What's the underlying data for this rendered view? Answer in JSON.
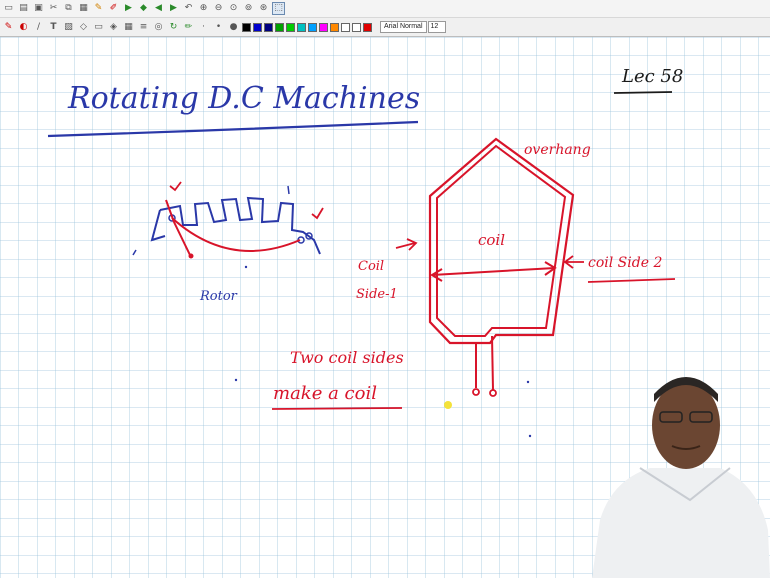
{
  "toolbar_top": {
    "icons": [
      "new-page-icon",
      "open-icon",
      "save-icon",
      "cut-icon",
      "copy-icon",
      "paste-icon",
      "pen-tool-icon",
      "highlighter-icon",
      "pointer-icon",
      "play-icon",
      "arrow-icon",
      "arrow-icon",
      "undo-icon",
      "zoom-in-icon",
      "zoom-out-icon",
      "zoom-fit-icon",
      "zoom-page-icon",
      "zoom-width-icon",
      "select-icon"
    ]
  },
  "toolbar_format": {
    "font_name": "Arial Normal",
    "font_size": "12",
    "colors": [
      "#000000",
      "#0000cc",
      "#000080",
      "#00a000",
      "#00cc00",
      "#00c0c0",
      "#00a0ff",
      "#ff00ff",
      "#ff8800",
      "#ffffff",
      "#ffffff",
      "#e00000"
    ]
  },
  "notes": {
    "title": "Rotating D.C Machines",
    "lecture": "Lec 58",
    "label_overhang": "overhang",
    "label_coil": "coil",
    "label_coil_side_1_a": "Coil",
    "label_coil_side_1_b": "Side-1",
    "label_coil_side_2": "coil Side 2",
    "label_rotor": "Rotor",
    "statement_line1": "Two coil sides",
    "statement_line2": "make a coil"
  },
  "colors": {
    "ink_blue": "#2a38a8",
    "ink_red": "#d8142a",
    "grid": "#9cc4dc",
    "paper": "#ffffff"
  }
}
